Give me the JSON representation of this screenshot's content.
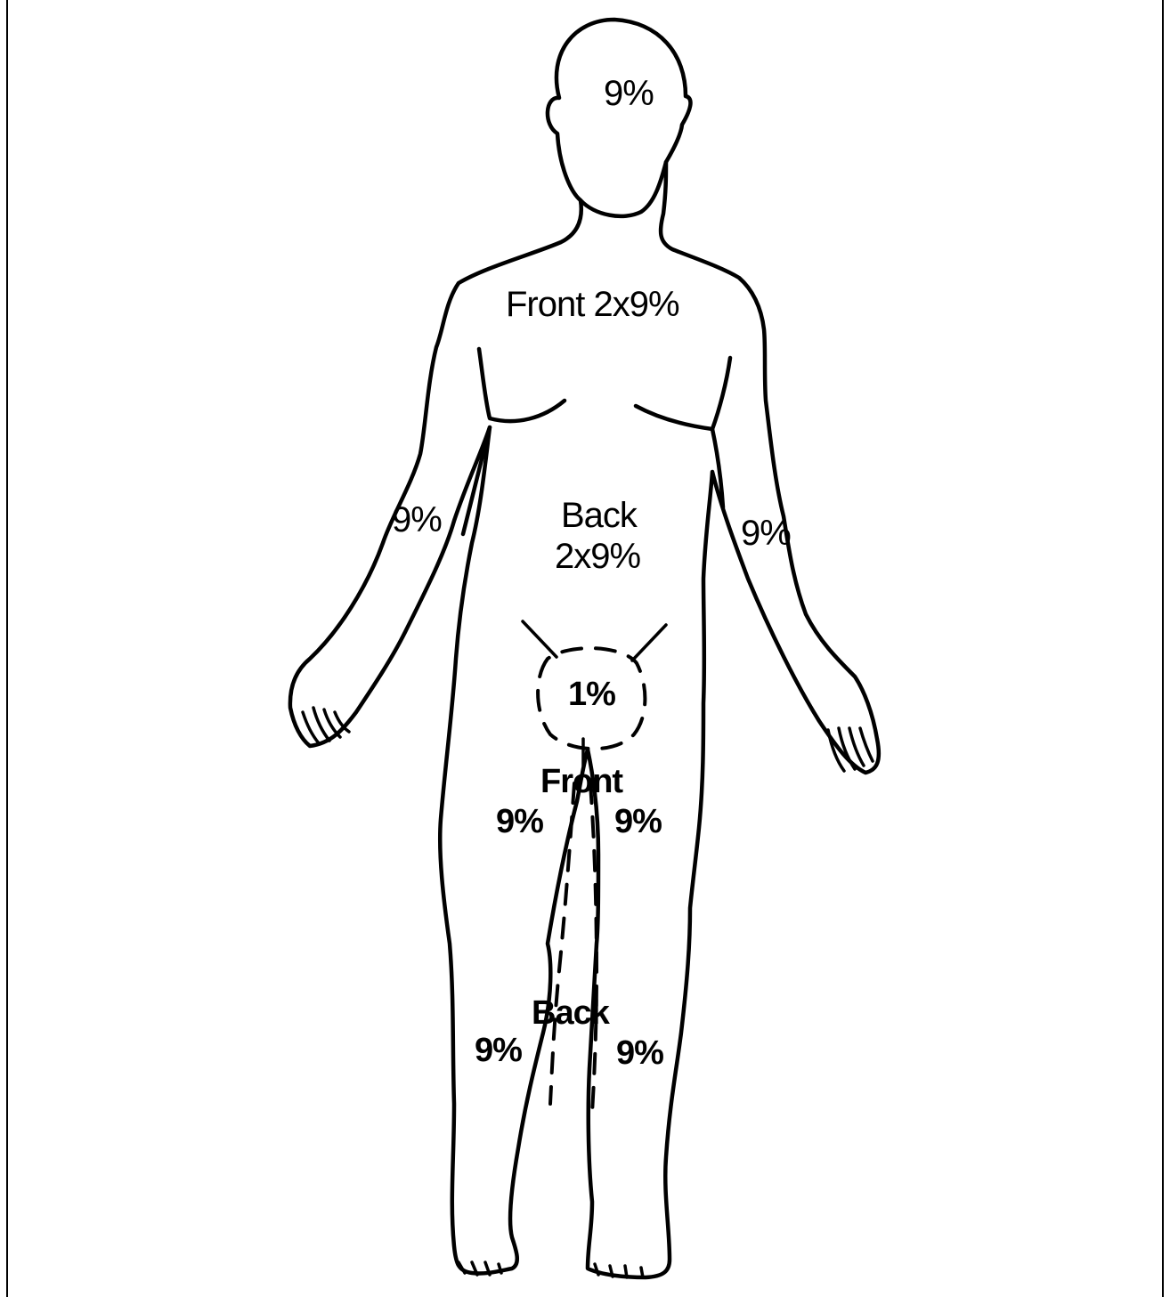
{
  "labels": {
    "head": "9%",
    "trunk_front": "Front 2x9%",
    "trunk_back_title": "Back",
    "trunk_back_value": "2x9%",
    "arm_right_side": "9%",
    "arm_left_side": "9%",
    "groin": "1%",
    "legs_front_title": "Front",
    "leg_front_right_side": "9%",
    "leg_front_left_side": "9%",
    "legs_back_title": "Back",
    "leg_back_right_side": "9%",
    "leg_back_left_side": "9%"
  }
}
